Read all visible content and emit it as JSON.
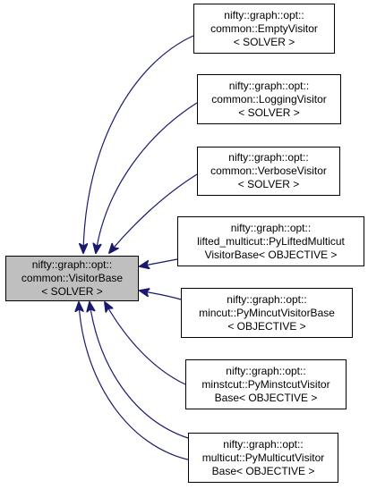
{
  "base_class": {
    "lines": [
      "nifty::graph::opt::",
      "common::VisitorBase",
      "< SOLVER >"
    ],
    "fill": "#bfbfbf"
  },
  "derived_classes": [
    {
      "id": "empty-visitor",
      "lines": [
        "nifty::graph::opt::",
        "common::EmptyVisitor",
        "< SOLVER >"
      ]
    },
    {
      "id": "logging-visitor",
      "lines": [
        "nifty::graph::opt::",
        "common::LoggingVisitor",
        "< SOLVER >"
      ]
    },
    {
      "id": "verbose-visitor",
      "lines": [
        "nifty::graph::opt::",
        "common::VerboseVisitor",
        "< SOLVER >"
      ]
    },
    {
      "id": "py-lifted-multicut-visitor-base",
      "lines": [
        "nifty::graph::opt::",
        "lifted_multicut::PyLiftedMulticut",
        "VisitorBase< OBJECTIVE >"
      ]
    },
    {
      "id": "py-mincut-visitor-base",
      "lines": [
        "nifty::graph::opt::",
        "mincut::PyMincutVisitorBase",
        "< OBJECTIVE >"
      ]
    },
    {
      "id": "py-minstcut-visitor-base",
      "lines": [
        "nifty::graph::opt::",
        "minstcut::PyMinstcutVisitor",
        "Base< OBJECTIVE >"
      ]
    },
    {
      "id": "py-multicut-visitor-base",
      "lines": [
        "nifty::graph::opt::",
        "multicut::PyMulticutVisitor",
        "Base< OBJECTIVE >"
      ]
    }
  ],
  "edge_color": "#191970"
}
